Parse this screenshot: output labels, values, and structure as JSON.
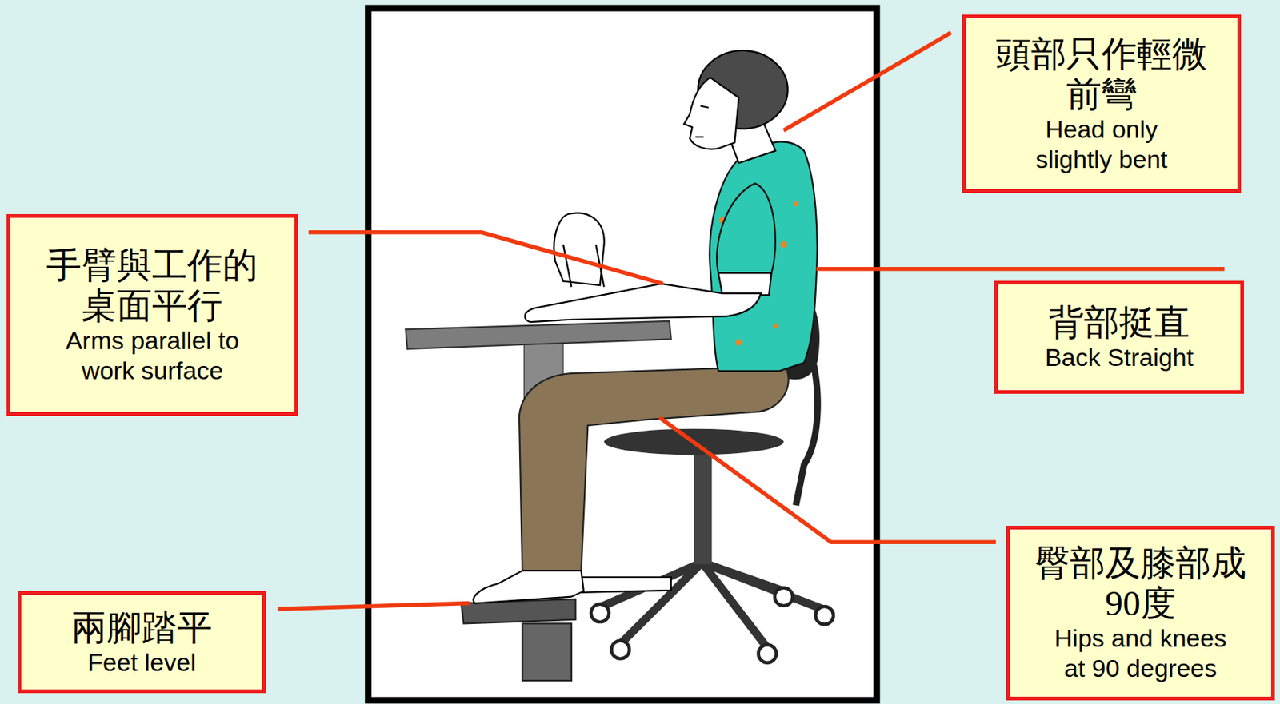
{
  "diagram": {
    "nodes": [
      {
        "text": [
          "頭部只作輕微 前彎",
          "Head only slightly bent"
        ]
      },
      {
        "text": [
          "手臂與工作的 桌面平行",
          "Arms parallel to work surface"
        ]
      },
      {
        "text": [
          "背部挺直",
          "Back Straight"
        ]
      },
      {
        "text": [
          "臀部及膝部成 90度",
          "Hips and knees at 90 degrees"
        ]
      },
      {
        "text": [
          "兩腳踏平",
          "Feet level"
        ]
      }
    ]
  }
}
